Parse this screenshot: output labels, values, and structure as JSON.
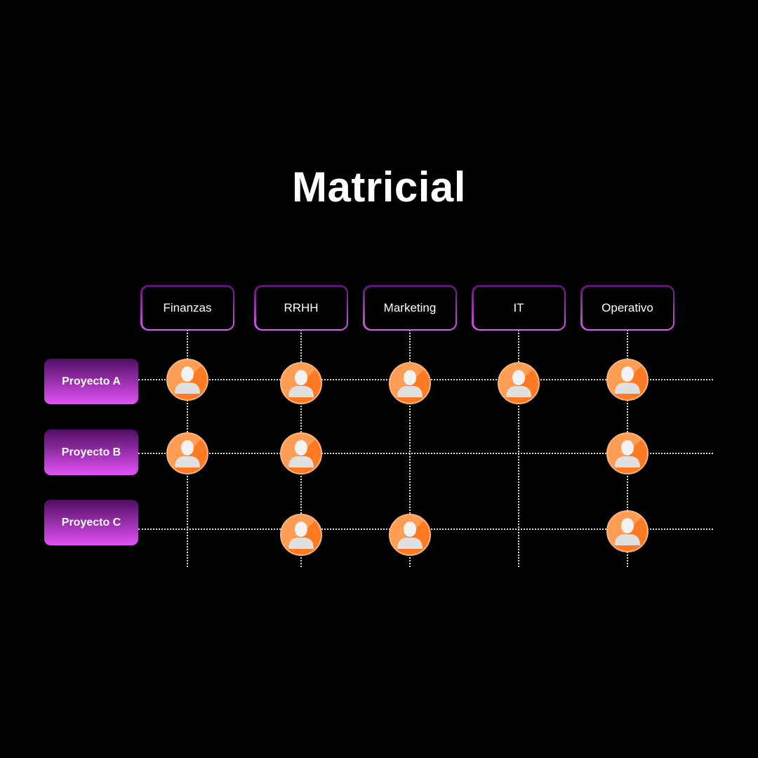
{
  "title": "Matricial",
  "departments": [
    "Finanzas",
    "RRHH",
    "Marketing",
    "IT",
    "Operativo"
  ],
  "projects": [
    "Proyecto A",
    "Proyecto B",
    "Proyecto C"
  ],
  "assignments": [
    [
      true,
      true,
      true,
      true,
      true
    ],
    [
      true,
      true,
      false,
      false,
      true
    ],
    [
      false,
      true,
      true,
      false,
      true
    ]
  ],
  "colors": {
    "avatar": "#ff8a3d",
    "project": "#e252f7",
    "border": "#e056f5"
  }
}
